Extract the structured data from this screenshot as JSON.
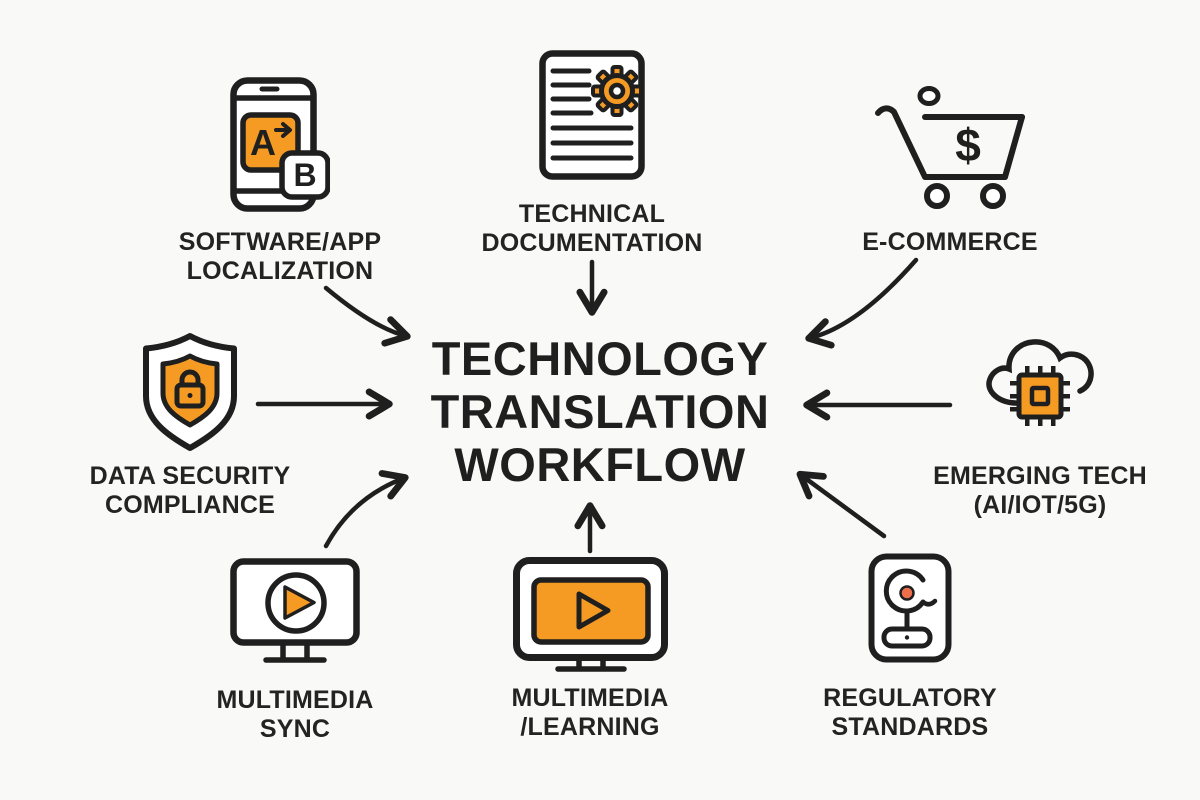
{
  "title": {
    "lines": [
      "TECHNOLOGY",
      "TRANSLATION",
      "WORKFLOW"
    ]
  },
  "nodes": [
    {
      "id": "software-app-localization",
      "icon": "phone-translate-icon",
      "lines": [
        "SOFTWARE/APP",
        "LOCALIZATION"
      ],
      "icon_letters": {
        "from": "A",
        "to": "B"
      }
    },
    {
      "id": "technical-documentation",
      "icon": "document-gear-icon",
      "lines": [
        "TECHNICAL",
        "DOCUMENTATION"
      ]
    },
    {
      "id": "e-commerce",
      "icon": "shopping-cart-icon",
      "lines": [
        "E-COMMERCE"
      ],
      "icon_symbol": "$"
    },
    {
      "id": "data-security-compliance",
      "icon": "shield-lock-icon",
      "lines": [
        "DATA SECURITY",
        "COMPLIANCE"
      ]
    },
    {
      "id": "emerging-tech",
      "icon": "cloud-chip-icon",
      "lines": [
        "EMERGING TECH",
        "(AI/IOT/5G)"
      ]
    },
    {
      "id": "multimedia-sync",
      "icon": "monitor-play-icon",
      "lines": [
        "MULTIMEDIA",
        "SYNC"
      ]
    },
    {
      "id": "multimedia-learning",
      "icon": "monitor-video-icon",
      "lines": [
        "MULTIMEDIA",
        "/LEARNING"
      ]
    },
    {
      "id": "regulatory-standards",
      "icon": "certificate-stamp-icon",
      "lines": [
        "REGULATORY",
        "STANDARDS"
      ]
    }
  ],
  "edges": [
    {
      "from": "software-app-localization",
      "to": "center"
    },
    {
      "from": "technical-documentation",
      "to": "center"
    },
    {
      "from": "e-commerce",
      "to": "center"
    },
    {
      "from": "data-security-compliance",
      "to": "center"
    },
    {
      "from": "emerging-tech",
      "to": "center"
    },
    {
      "from": "multimedia-sync",
      "to": "center"
    },
    {
      "from": "multimedia-learning",
      "to": "center"
    },
    {
      "from": "regulatory-standards",
      "to": "center"
    }
  ],
  "colors": {
    "accent_orange": "#F59B23",
    "coral_dot": "#EE6F4C",
    "ink": "#1F1F1F",
    "background": "#F9F9F7"
  }
}
